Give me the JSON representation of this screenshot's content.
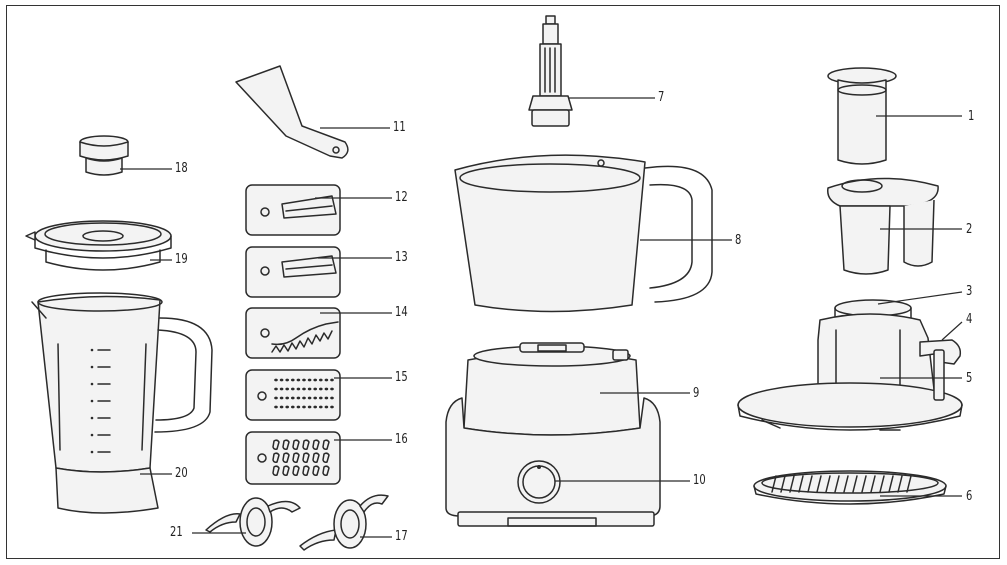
{
  "labels": {
    "p1": "1",
    "p2": "2",
    "p3": "3",
    "p4": "4",
    "p5": "5",
    "p6": "6",
    "p7": "7",
    "p8": "8",
    "p9": "9",
    "p10": "10",
    "p11": "11",
    "p12": "12",
    "p13": "13",
    "p14": "14",
    "p15": "15",
    "p16": "16",
    "p17": "17",
    "p18": "18",
    "p19": "19",
    "p20": "20",
    "p21": "21"
  },
  "colors": {
    "line": "#2b2b2b",
    "background": "#ffffff"
  }
}
